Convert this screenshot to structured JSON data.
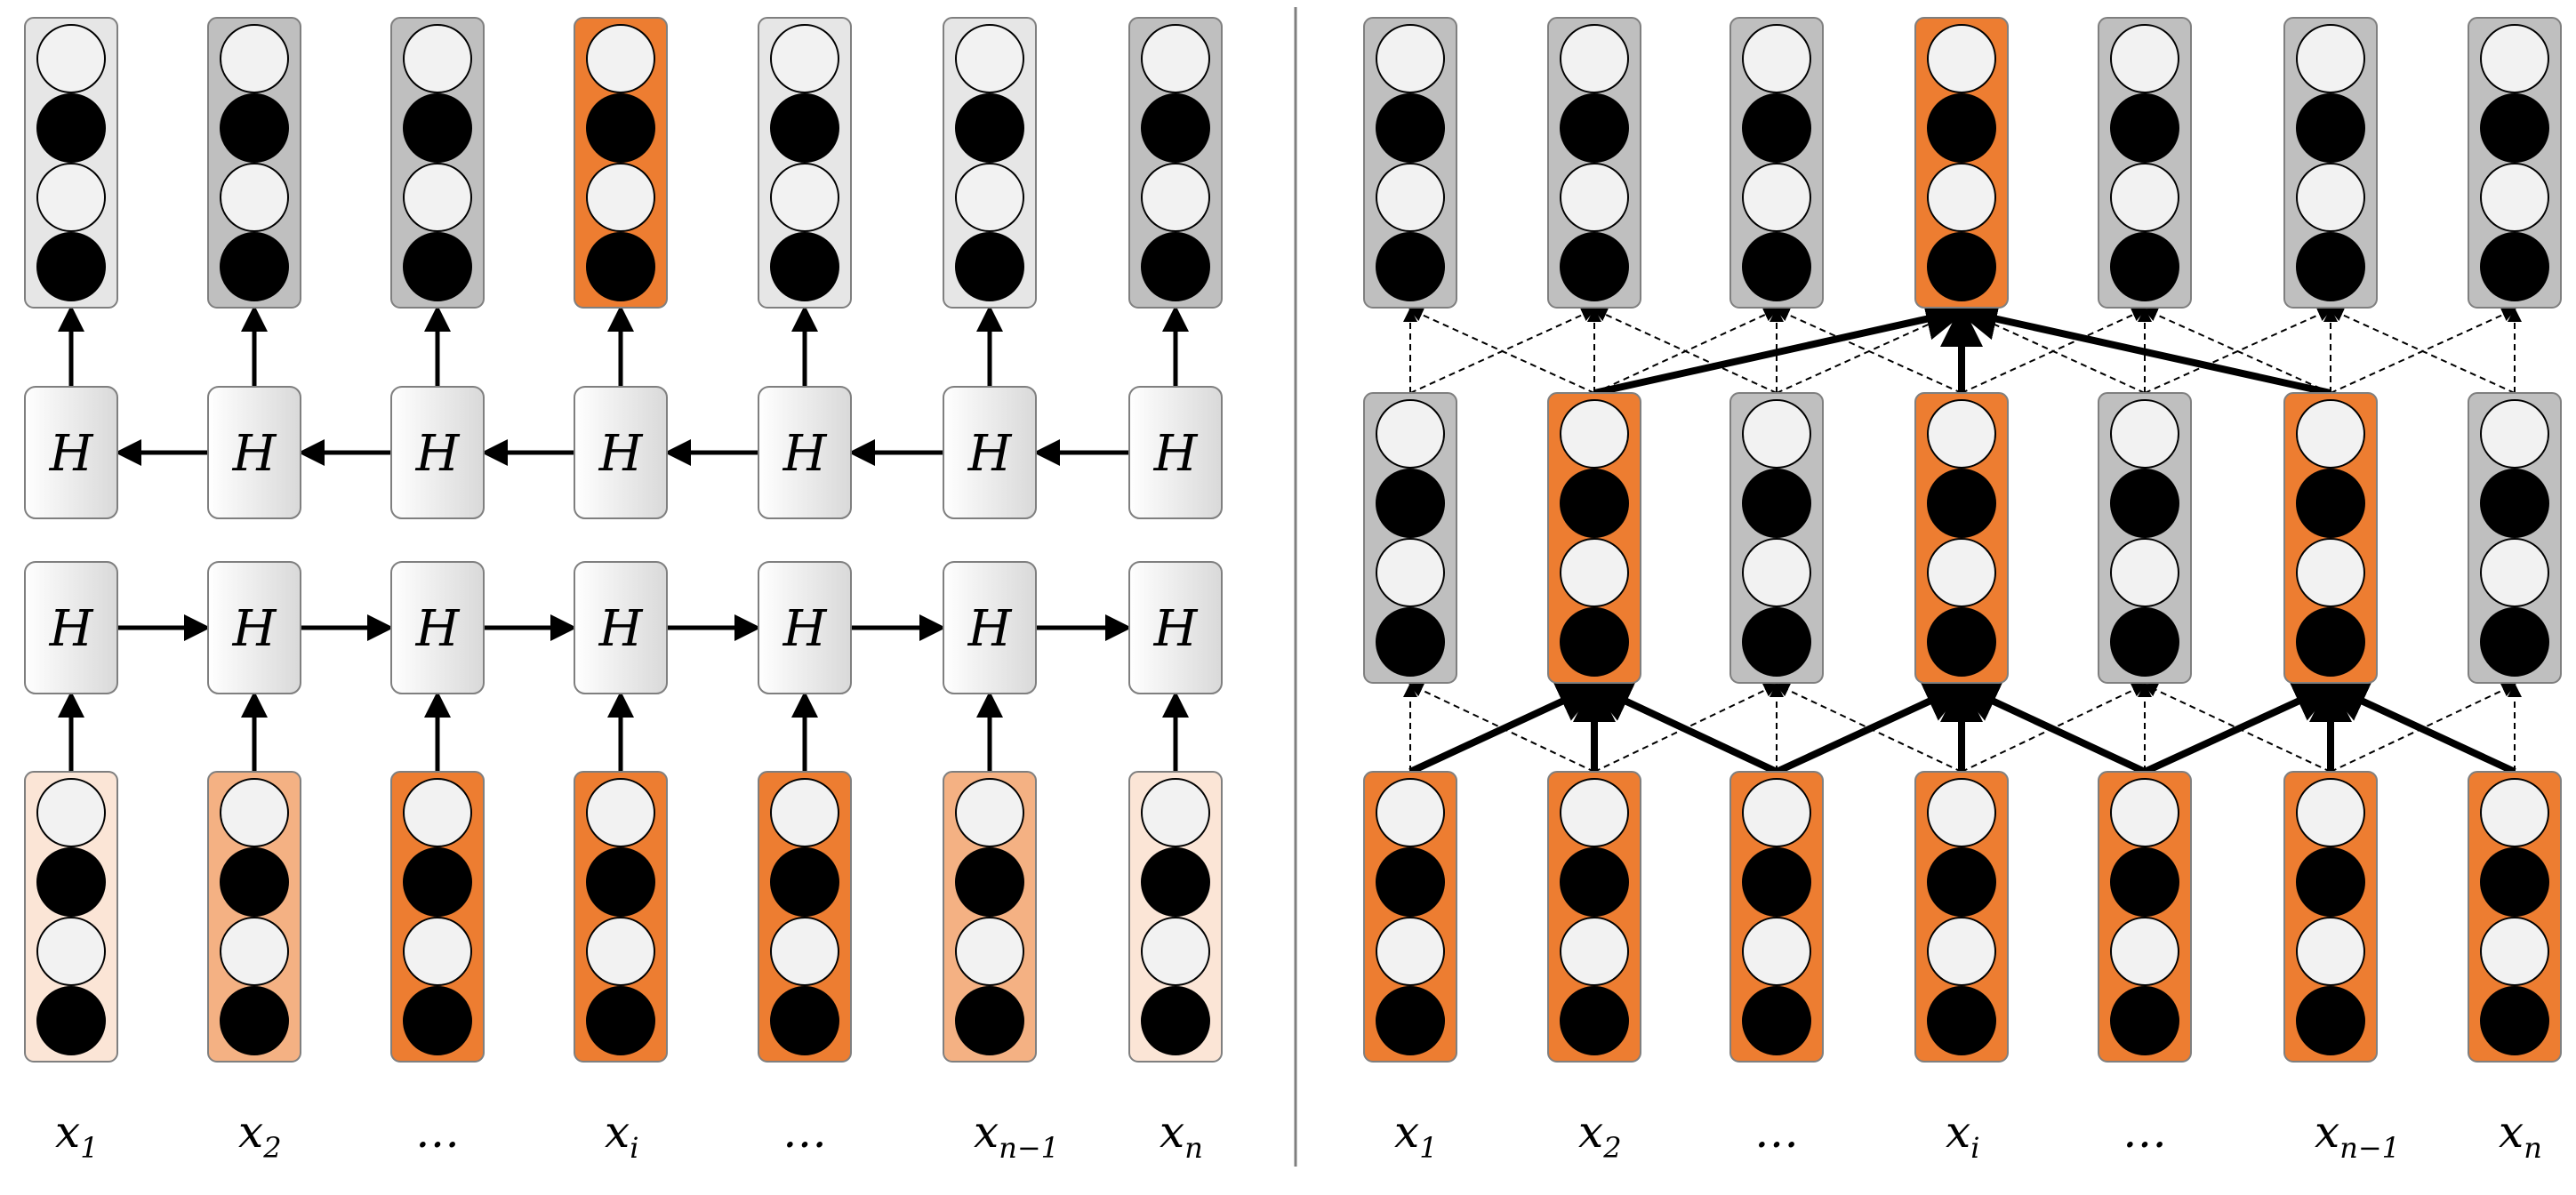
{
  "colors": {
    "orange": "#ed7d31",
    "orange_light": "#f4b183",
    "orange_pale": "#fbe5d6",
    "gray": "#bfbfbf",
    "gray_light": "#e6e6e6",
    "node_white": "#f2f2f2",
    "node_black": "#000000"
  },
  "hidden_label": "H",
  "left_panel": {
    "input_labels": [
      {
        "base": "x",
        "sub": "1"
      },
      {
        "base": "x",
        "sub": "2"
      },
      {
        "base": "…",
        "sub": ""
      },
      {
        "base": "x",
        "sub": "i"
      },
      {
        "base": "…",
        "sub": ""
      },
      {
        "base": "x",
        "sub": "n−1"
      },
      {
        "base": "x",
        "sub": "n"
      }
    ],
    "input_shades": [
      "orange_pale",
      "orange_light",
      "orange",
      "orange",
      "orange",
      "orange_light",
      "orange_pale"
    ],
    "output_shades": [
      "gray_light",
      "gray",
      "gray",
      "orange",
      "gray_light",
      "gray_light",
      "gray"
    ]
  },
  "right_panel": {
    "input_labels": [
      {
        "base": "x",
        "sub": "1"
      },
      {
        "base": "x",
        "sub": "2"
      },
      {
        "base": "…",
        "sub": ""
      },
      {
        "base": "x",
        "sub": "i"
      },
      {
        "base": "…",
        "sub": ""
      },
      {
        "base": "x",
        "sub": "n−1"
      },
      {
        "base": "x",
        "sub": "n"
      }
    ],
    "input_shades": [
      "orange",
      "orange",
      "orange",
      "orange",
      "orange",
      "orange",
      "orange"
    ],
    "hidden_shades": [
      "gray",
      "orange",
      "gray",
      "orange",
      "gray",
      "orange",
      "gray"
    ],
    "output_shades": [
      "gray",
      "gray",
      "gray",
      "orange",
      "gray",
      "gray",
      "gray"
    ]
  }
}
